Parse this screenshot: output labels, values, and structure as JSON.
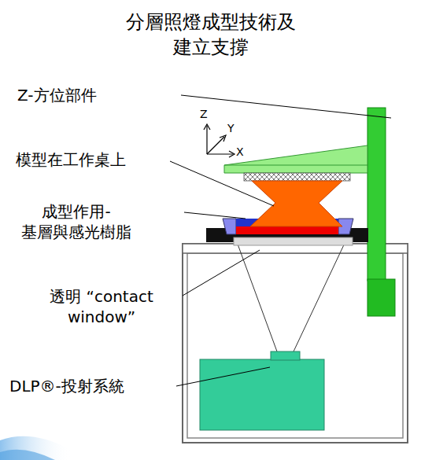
{
  "diagram": {
    "title": "分層照燈成型技術及 建立支撐",
    "labels": [
      "Z-方位部件",
      "模型在工作桌上",
      "成型作用- 基層與感光樹脂",
      "透明 “contact window”",
      "DLP®-投射系統",
      "Z",
      "Y",
      "X"
    ]
  }
}
